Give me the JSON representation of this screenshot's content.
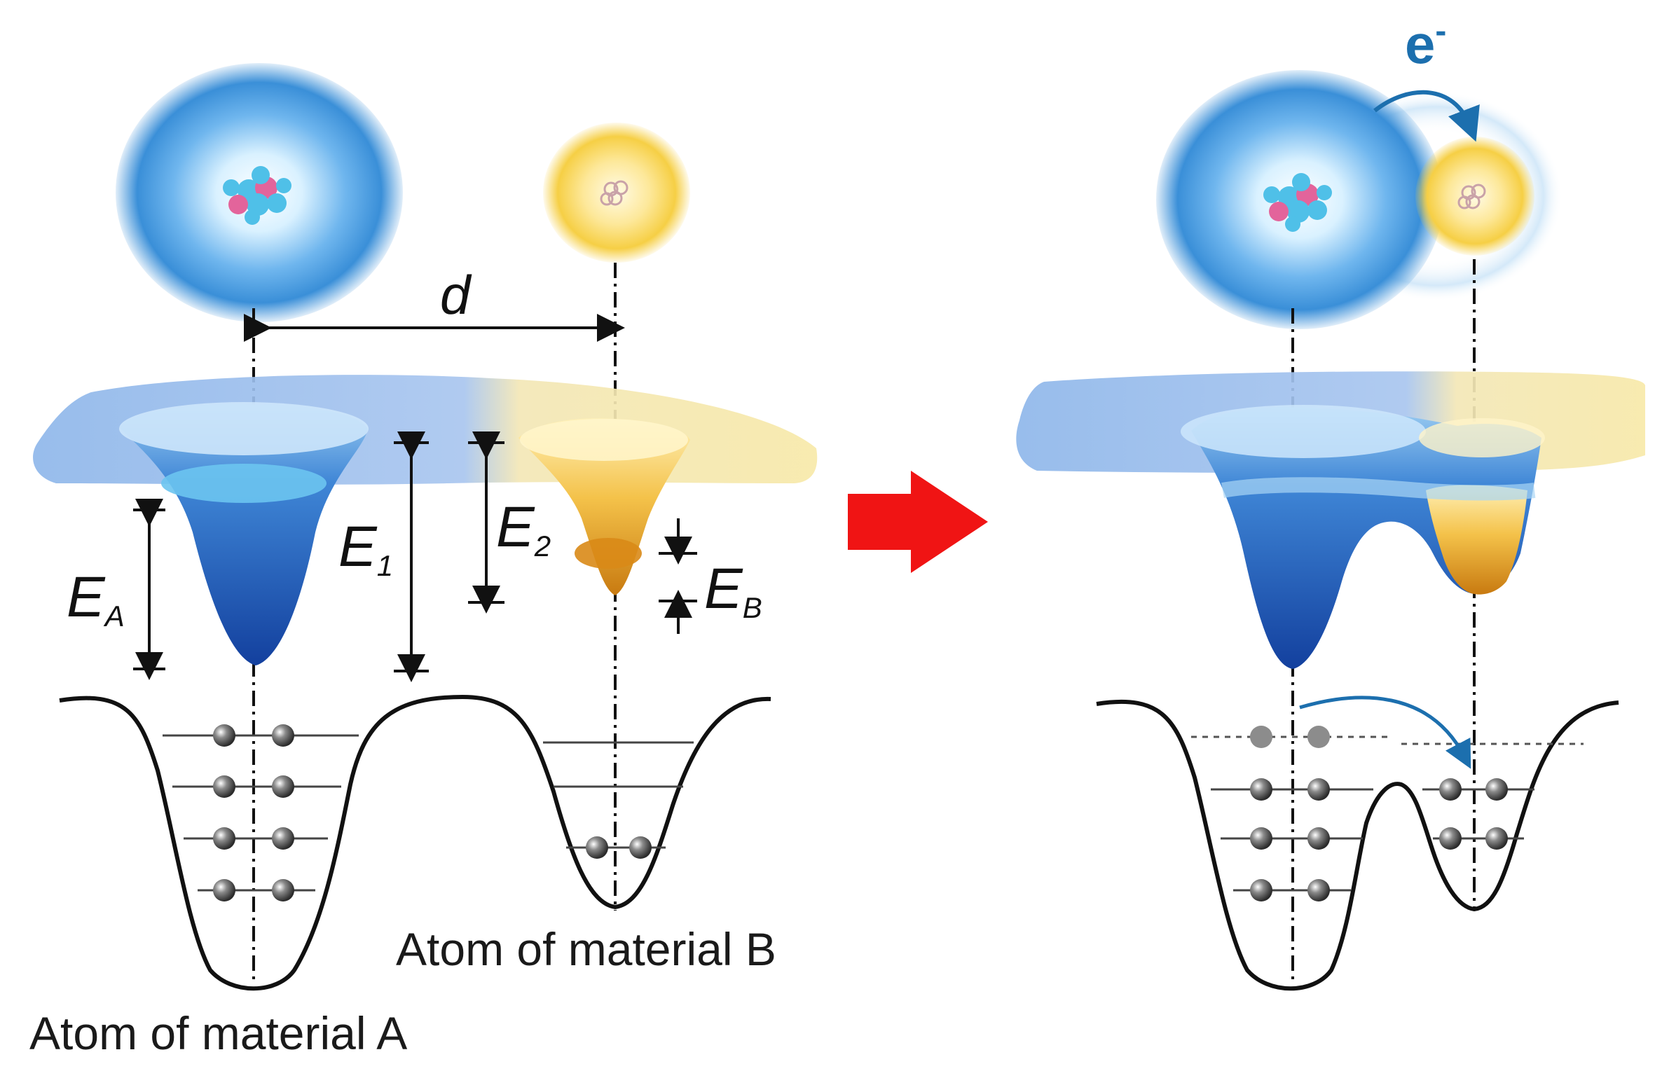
{
  "labels": {
    "atom_a": "Atom of material A",
    "atom_b": "Atom of material B",
    "distance": "d",
    "energy_a": "E",
    "energy_a_sub": "A",
    "energy_1": "E",
    "energy_1_sub": "1",
    "energy_2": "E",
    "energy_2_sub": "2",
    "energy_b": "E",
    "energy_b_sub": "B",
    "electron": "e",
    "electron_sup": "-"
  },
  "colors": {
    "blue_atom": "#3a8fd8",
    "yellow_atom": "#f6cf45",
    "blue_well": "#1a4fb0",
    "orange_well": "#d98a17",
    "arrow": "#f01414",
    "electron_arrow": "#1c6fae",
    "line": "#111111"
  },
  "icons": {
    "transition": "right-arrow-icon",
    "electron_transfer": "curved-arrow-icon"
  }
}
